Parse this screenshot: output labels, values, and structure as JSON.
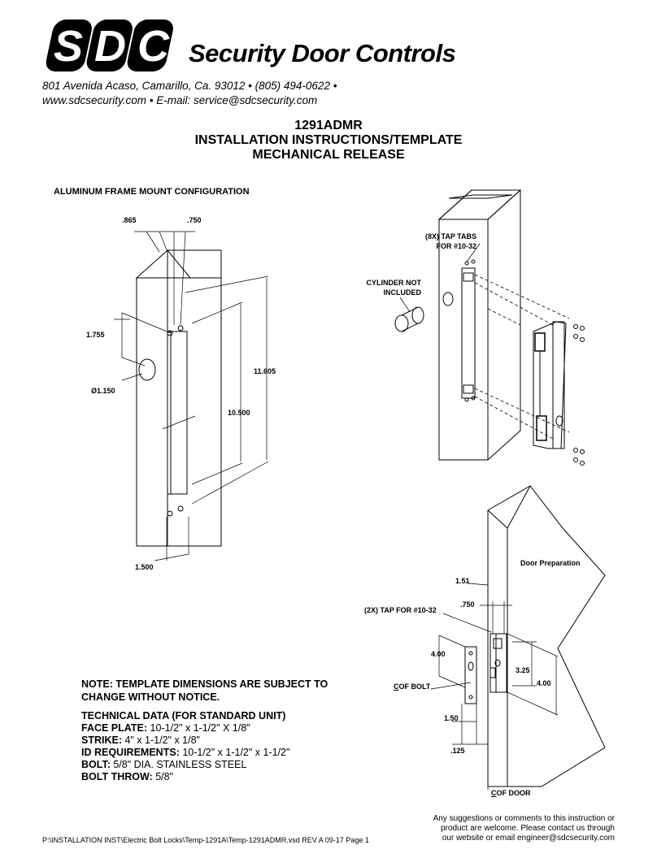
{
  "header": {
    "logo_text": "SDC",
    "company": "Security Door Controls",
    "address_line": "801 Avenida Acaso, Camarillo, Ca. 93012  •  (805) 494-0622  •",
    "web_line": "www.sdcsecurity.com  •  E-mail: service@sdcsecurity.com"
  },
  "title": {
    "model": "1291ADMR",
    "line2": "INSTALLATION INSTRUCTIONS/TEMPLATE",
    "line3": "MECHANICAL RELEASE"
  },
  "frame": {
    "heading": "ALUMINUM FRAME MOUNT CONFIGURATION",
    "dim_865": ".865",
    "dim_750": ".750",
    "dim_1755": "1.755",
    "dim_dia": "Ø1.150",
    "dim_11605": "11.605",
    "dim_10500": "10.500",
    "dim_1500": "1.500"
  },
  "exploded": {
    "tap_tabs_1": "(8X) TAP TABS",
    "tap_tabs_2": "FOR #10-32",
    "cylinder_1": "CYLINDER NOT",
    "cylinder_2": "INCLUDED"
  },
  "door": {
    "heading": "Door Preparation",
    "dim_151": "1.51",
    "dim_750": ".750",
    "tap": "(2X) TAP FOR #10-32",
    "dim_400_left": "4.00",
    "dim_325": "3.25",
    "dim_400_right": "4.00",
    "cl_bolt": "OF BOLT",
    "dim_150": "1.50",
    "dim_125": ".125",
    "cl_door": "OF DOOR",
    "cl_symbol": "C"
  },
  "notes": {
    "note_1": "NOTE: TEMPLATE DIMENSIONS ARE SUBJECT TO",
    "note_2": "CHANGE WITHOUT NOTICE.",
    "tech_heading": "TECHNICAL DATA (FOR STANDARD UNIT)",
    "face_label": "FACE PLATE:",
    "face_value": " 10-1/2\" x 1-1/2\" X 1/8\"",
    "strike_label": "STRIKE:",
    "strike_value": " 4\" x 1-1/2\" x 1/8\"",
    "id_label": "ID REQUIREMENTS:",
    "id_value": " 10-1/2\" x 1-1/2\" x 1-1/2\"",
    "bolt_label": "BOLT:",
    "bolt_value": " 5/8\" DIA. STAINLESS STEEL",
    "throw_label": "BOLT THROW:",
    "throw_value": " 5/8\""
  },
  "footer": {
    "path": "P:\\INSTALLATION INST\\Electric Bolt Locks\\Temp-1291A\\Temp-1291ADMR.vsd     REV A     09-17    Page 1",
    "comment_1": "Any suggestions or comments to this instruction or",
    "comment_2": "product are welcome.  Please contact us through",
    "comment_3": "our website or email engineer@sdcsecurity.com"
  }
}
